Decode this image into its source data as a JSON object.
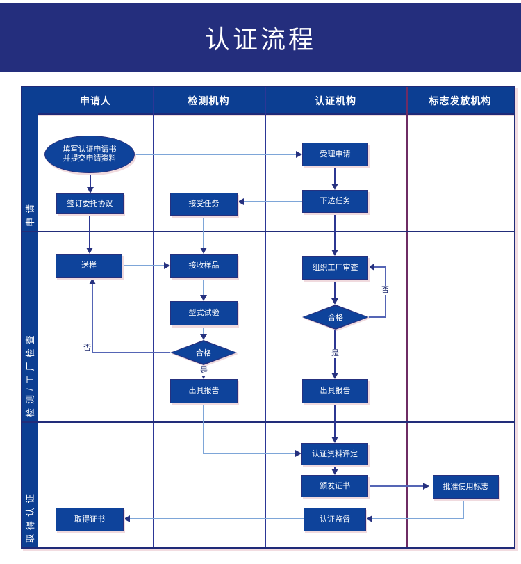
{
  "title": "认证流程",
  "lanes": {
    "applicant": "申请人",
    "testing": "检测机构",
    "certification": "认证机构",
    "mark_issuing": "标志发放机构"
  },
  "rows": {
    "application": "申请",
    "inspection": "检测/工厂检查",
    "obtain": "取得认证"
  },
  "nodes": {
    "apply_form_line1": "填写认证申请书",
    "apply_form_line2": "并提交申请资料",
    "sign_agreement": "签订委托协议",
    "send_sample": "送样",
    "get_certificate": "取得证书",
    "accept_task": "接受任务",
    "receive_sample": "接收样品",
    "type_test": "型式试验",
    "test_qualified": "合格",
    "test_report": "出具报告",
    "accept_application": "受理申请",
    "assign_task": "下达任务",
    "factory_review": "组织工厂审查",
    "review_qualified": "合格",
    "cert_report": "出具报告",
    "material_evaluation": "认证资料评定",
    "issue_certificate": "颁发证书",
    "cert_supervision": "认证监督",
    "approve_mark": "批准使用标志"
  },
  "edge_labels": {
    "yes_test": "是",
    "no_test": "否",
    "yes_review": "是",
    "no_review": "否"
  },
  "colors": {
    "banner": "#242e7d",
    "node_fill": "#0e439b",
    "header_fill": "#0c3e92",
    "outline": "#26317f",
    "light_connector": "#7ea6d8",
    "dark_connector": "#2c3792",
    "loop_connector": "#5565b5",
    "purple_divider": "#6e2c64",
    "shadow_pink": "#f0dade"
  }
}
